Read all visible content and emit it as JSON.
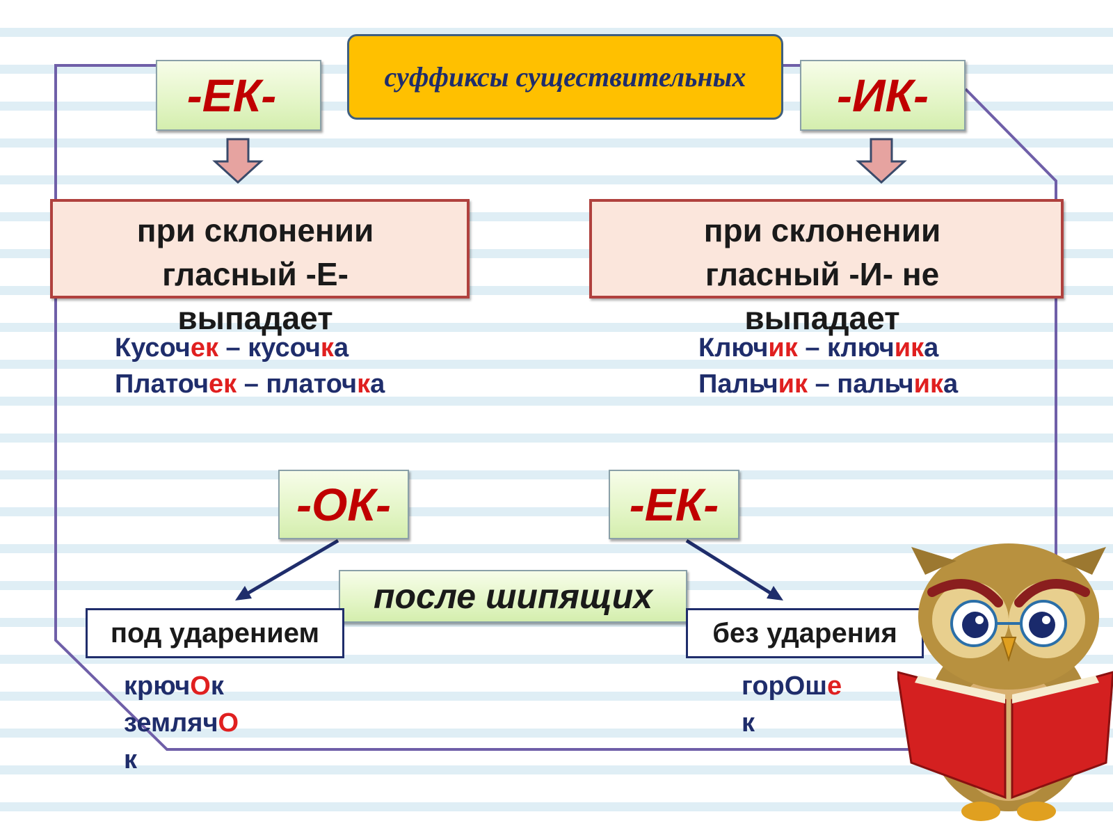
{
  "title": "суффиксы существительных",
  "suffix_ek_top": "-ЕК-",
  "suffix_ik_top": "-ИК-",
  "rule_left": {
    "line1": "при склонении",
    "line2": "гласный -Е-",
    "line3": "выпадает"
  },
  "rule_right": {
    "line1": "при склонении",
    "line2": "гласный -И- не",
    "line3": "выпадает"
  },
  "examples_left": [
    [
      {
        "t": "Кусоч"
      },
      {
        "t": "ек",
        "red": true
      },
      {
        "t": " – кусоч"
      },
      {
        "t": "к",
        "red": true
      },
      {
        "t": "а"
      }
    ],
    [
      {
        "t": "Платоч"
      },
      {
        "t": "ек",
        "red": true
      },
      {
        "t": " – платоч"
      },
      {
        "t": "к",
        "red": true
      },
      {
        "t": "а"
      }
    ]
  ],
  "examples_right": [
    [
      {
        "t": "Ключ"
      },
      {
        "t": "ик",
        "red": true
      },
      {
        "t": " – ключ"
      },
      {
        "t": "ик",
        "red": true
      },
      {
        "t": "а"
      }
    ],
    [
      {
        "t": "Пальч"
      },
      {
        "t": "ик",
        "red": true
      },
      {
        "t": " – пальч"
      },
      {
        "t": "ик",
        "red": true
      },
      {
        "t": "а"
      }
    ]
  ],
  "suffix_ok": "-ОК-",
  "suffix_ek_bottom": "-ЕК-",
  "after_sibilants": "после шипящих",
  "stressed_label": "под ударением",
  "unstressed_label": "без ударения",
  "words_stressed": [
    [
      {
        "t": "крюч"
      },
      {
        "t": "О",
        "red": true
      },
      {
        "t": "к"
      }
    ],
    [
      {
        "t": "земляч"
      },
      {
        "t": "О",
        "red": true
      }
    ],
    [
      {
        "t": "к"
      }
    ]
  ],
  "words_unstressed": [
    [
      {
        "t": "горОш"
      },
      {
        "t": "е",
        "red": true
      }
    ],
    [
      {
        "t": "к"
      }
    ]
  ],
  "colors": {
    "accent_red": "#c00000",
    "highlight_red": "#e02020",
    "navy": "#1f2d6b",
    "title_yellow": "#ffc000",
    "frame_purple": "#6f5fa8"
  },
  "icons": [
    "arrow-down-icon",
    "owl-reading-book-icon"
  ]
}
